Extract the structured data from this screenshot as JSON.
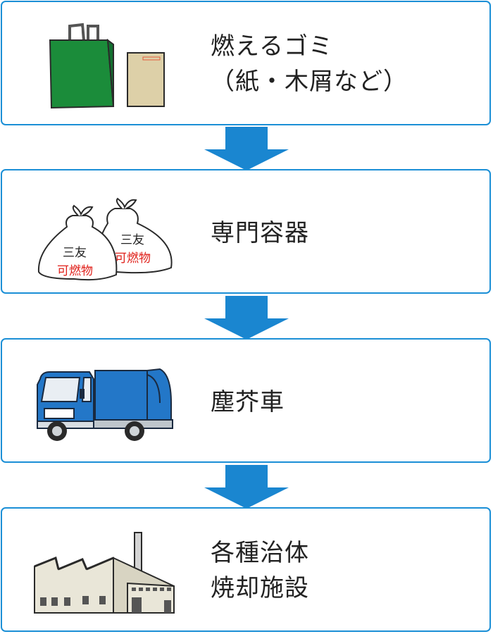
{
  "steps": [
    {
      "line1": "燃えるゴミ",
      "line2": "（紙・木屑など）",
      "icon": "shopping-bag-and-envelope"
    },
    {
      "line1": "専門容器",
      "icon": "garbage-bags",
      "bag_text": {
        "brand": "三友",
        "type": "可燃物"
      }
    },
    {
      "line1": "塵芥車",
      "icon": "garbage-truck"
    },
    {
      "line1": "各種治体",
      "line2": "焼却施設",
      "icon": "incineration-factory"
    }
  ],
  "colors": {
    "border": "#1b8fd6",
    "arrow": "#1a86d0",
    "bag_green": "#1b8c3a",
    "envelope": "#ddd0a8",
    "truck_blue": "#2377c8",
    "bag_label_red": "#e0201a"
  }
}
